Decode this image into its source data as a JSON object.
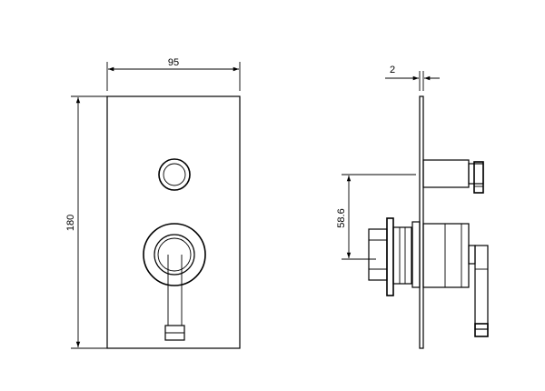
{
  "front_view": {
    "dim_width": "95",
    "dim_height": "180"
  },
  "side_view": {
    "dim_thickness": "2",
    "dim_offset": "58.6"
  }
}
